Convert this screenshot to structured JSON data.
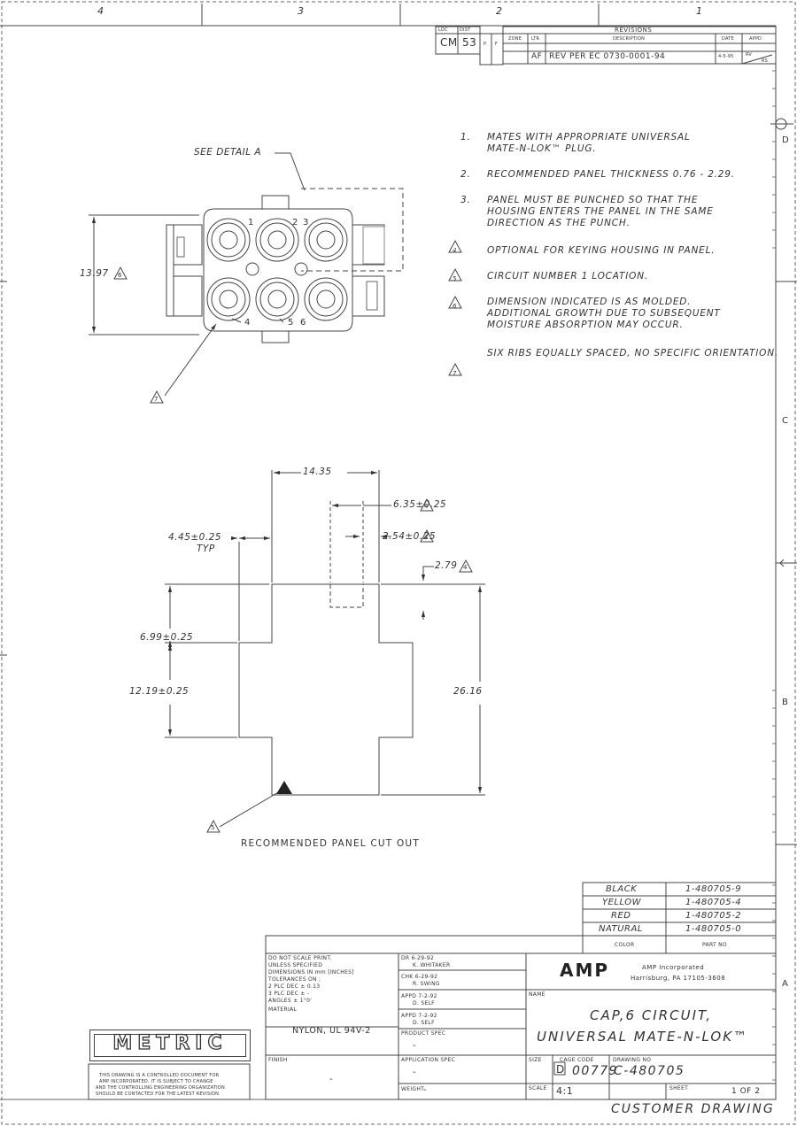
{
  "border": {
    "top_zones": [
      "4",
      "3",
      "2",
      "1"
    ],
    "side_zones": [
      "D",
      "C",
      "B",
      "A"
    ]
  },
  "loc_dist": {
    "loc_label": "LOC",
    "dist_label": "DIST",
    "loc_value": "CM",
    "dist_value": "53",
    "p": "P",
    "f": "F"
  },
  "revisions": {
    "title": "REVISIONS",
    "headers": {
      "zone": "ZONE",
      "ltr": "LTR",
      "description": "DESCRIPTION",
      "date": "DATE",
      "appd": "APPD"
    },
    "row": {
      "ltr": "AF",
      "description": "REV PER EC 0730-0001-94",
      "date": "4-5-95",
      "appd": "RV"
    },
    "appd_sub": "RS"
  },
  "notes": [
    {
      "num": "1.",
      "text": "MATES WITH APPROPRIATE UNIVERSAL\nMATE-N-LOK™ PLUG."
    },
    {
      "num": "2.",
      "text": "RECOMMENDED PANEL THICKNESS 0.76 - 2.29."
    },
    {
      "num": "3.",
      "text": "PANEL MUST BE PUNCHED SO THAT THE\nHOUSING ENTERS THE PANEL IN THE SAME\nDIRECTION AS THE PUNCH."
    },
    {
      "num": "4",
      "text": "OPTIONAL FOR KEYING HOUSING IN PANEL."
    },
    {
      "num": "5",
      "text": "CIRCUIT NUMBER 1 LOCATION."
    },
    {
      "num": "6",
      "text": "DIMENSION INDICATED IS AS MOLDED.\nADDITIONAL GROWTH DUE TO SUBSEQUENT\nMOISTURE ABSORPTION MAY OCCUR."
    },
    {
      "num": "7",
      "text": "SIX RIBS EQUALLY SPACED, NO SPECIFIC ORIENTATION."
    }
  ],
  "top_view": {
    "see_detail": "SEE DETAIL A",
    "height_dim": "13.97",
    "height_flag": "6",
    "rib_flag": "7",
    "circuit_labels": [
      "1",
      "2",
      "3",
      "4",
      "5",
      "6"
    ]
  },
  "cutout": {
    "dim_width": "14.35",
    "dim_key_width": "6.35±0.25",
    "dim_key_width_flag": "4",
    "dim_key_gap": "2.54±0.25",
    "dim_key_gap_flag": "4",
    "dim_key_depth": "2.79",
    "dim_key_depth_flag": "4",
    "dim_side": "4.45±0.25",
    "dim_side_sub": "TYP",
    "dim_upper": "6.99±0.25",
    "dim_mid": "12.19±0.25",
    "dim_height": "26.16",
    "circuit_flag": "5",
    "caption": "RECOMMENDED PANEL CUT OUT"
  },
  "color_table": {
    "rows": [
      {
        "color": "BLACK",
        "part": "1-480705-9"
      },
      {
        "color": "YELLOW",
        "part": "1-480705-4"
      },
      {
        "color": "RED",
        "part": "1-480705-2"
      },
      {
        "color": "NATURAL",
        "part": "1-480705-0"
      }
    ],
    "header_color": "COLOR",
    "header_part": "PART NO"
  },
  "title_block": {
    "tolerances": [
      "DO NOT SCALE PRINT.",
      "UNLESS SPECIFIED",
      "DIMENSIONS IN mm [INCHES]",
      "TOLERANCES  ON ;",
      "2 PLC DEC ± 0.13",
      "3 PLC DEC ±  -",
      "ANGLES    ± 1°0'"
    ],
    "material_label": "MATERIAL",
    "material": "NYLON, UL 94V-2",
    "finish_label": "FINISH",
    "finish": "-",
    "dr": "DR  6-29-92",
    "dr_name": "K. WHITAKER",
    "chk": "CHK  6-29-92",
    "chk_name": "R. SWING",
    "appd1": "APPD  7-2-92",
    "appd1_name": "D. SELF",
    "appd2": "APPD  7-2-92",
    "appd2_name": "D. SELF",
    "product_spec_label": "PRODUCT SPEC",
    "product_spec": "-",
    "application_spec_label": "APPLICATION SPEC",
    "application_spec": "-",
    "weight_label": "WEIGHT",
    "weight": "-",
    "company_logo": "AMP",
    "company_name": "AMP Incorporated",
    "company_address": "Harrisburg, PA 17105-3608",
    "name_label": "NAME",
    "name_line1": "CAP,6 CIRCUIT,",
    "name_line2": "UNIVERSAL MATE-N-LOK™",
    "size_label": "SIZE",
    "size": "D",
    "cage_label": "CAGE CODE",
    "cage": "00779",
    "drawing_no_label": "DRAWING NO",
    "drawing_no": "C-480705",
    "scale_label": "SCALE",
    "scale": "4:1",
    "sheet_label": "SHEET",
    "sheet": "1 OF 2",
    "customer_drawing": "CUSTOMER DRAWING"
  },
  "metric_stamp": "METRIC",
  "disclaimer": [
    "THIS DRAWING IS A CONTROLLED DOCUMENT FOR",
    "AMP INCORPORATED. IT IS SUBJECT TO CHANGE",
    "AND THE CONTROLLING ENGINEERING ORGANIZATION",
    "SHOULD BE CONTACTED FOR THE LATEST REVISION."
  ]
}
